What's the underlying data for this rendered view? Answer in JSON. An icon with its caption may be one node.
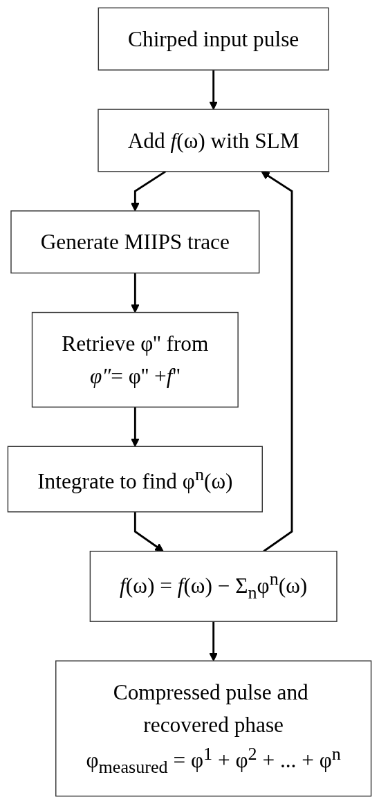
{
  "diagram": {
    "nodes": [
      {
        "text": [
          "Chirped input pulse"
        ]
      },
      {
        "text": [
          "Add *f*(ω) with SLM"
        ]
      },
      {
        "text": [
          "Generate MIIPS trace"
        ]
      },
      {
        "text": [
          "Retrieve φ'' from",
          "*φ″*= φ'' +*f*''"
        ]
      },
      {
        "text": [
          "Integrate to find φ$^{n}$(ω)"
        ]
      },
      {
        "text": [
          "*f*(ω) = *f*(ω) − Σ$_{n}$φ$^{n}$(ω)"
        ]
      },
      {
        "text": [
          "Compressed pulse and recovered phase",
          "φ$_{measured}$ = φ$^{1}$ + φ$^{2}$ + ... + φ$^{n}$"
        ]
      }
    ],
    "edges": [
      {
        "from": 0,
        "to": 1,
        "arrow": "to"
      },
      {
        "from": 1,
        "to": 2,
        "arrow": "to"
      },
      {
        "from": 2,
        "to": 3,
        "arrow": "to"
      },
      {
        "from": 3,
        "to": 4,
        "arrow": "to"
      },
      {
        "from": 4,
        "to": 5,
        "arrow": "to"
      },
      {
        "from": 5,
        "to": 6,
        "arrow": "to"
      },
      {
        "from": 5,
        "to": 1,
        "arrow": "to"
      }
    ]
  }
}
